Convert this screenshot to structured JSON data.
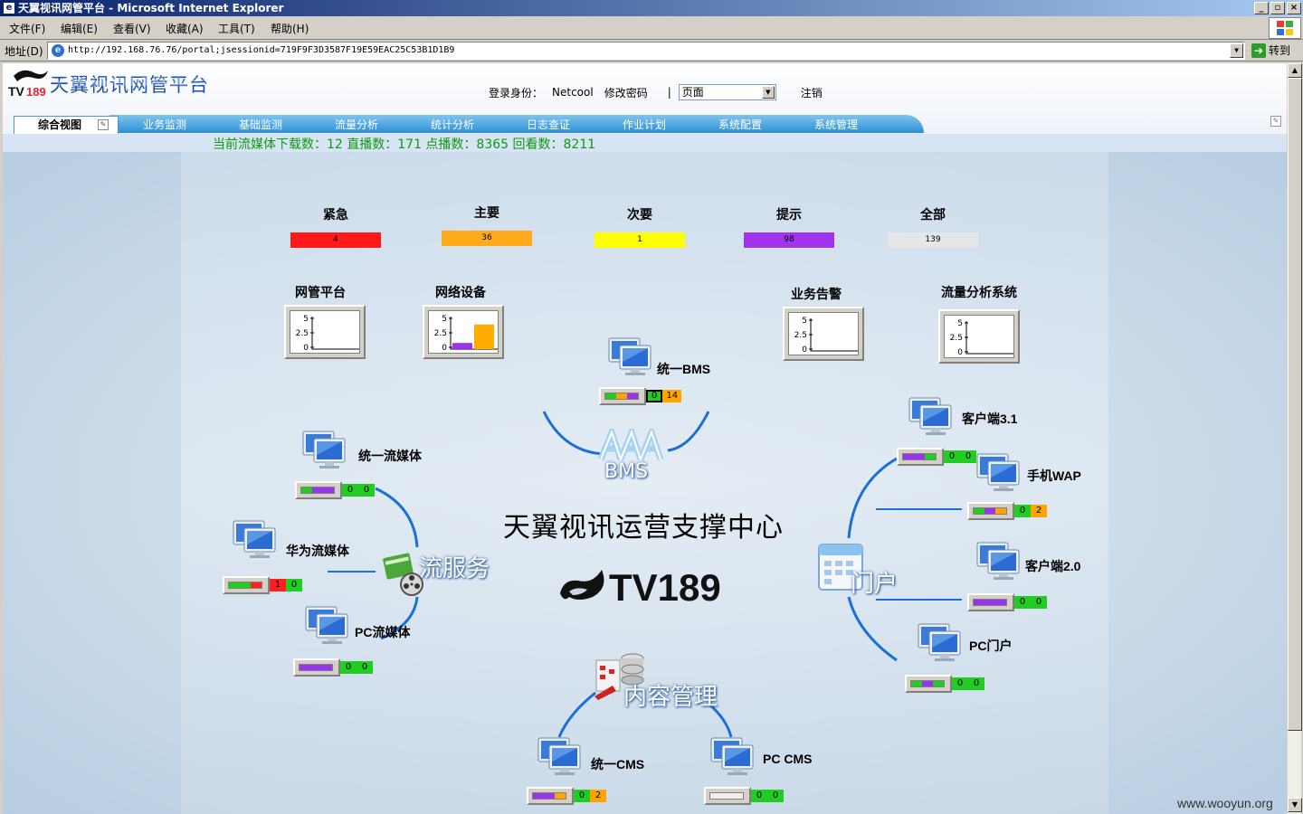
{
  "window": {
    "title": "天翼视讯网管平台 - Microsoft Internet Explorer",
    "buttons": [
      "_",
      "▫",
      "×"
    ]
  },
  "menu": [
    "文件(F)",
    "编辑(E)",
    "查看(V)",
    "收藏(A)",
    "工具(T)",
    "帮助(H)"
  ],
  "address": {
    "label": "地址(D)",
    "url": "http://192.168.76.76/portal;jsessionid=719F9F3D3587F19E59EAC25C53B1D1B9",
    "go_label": "转到"
  },
  "header": {
    "site_title": "天翼视讯网管平台",
    "login_label": "登录身份：",
    "user": "Netcool",
    "change_password": "修改密码",
    "separator": "|",
    "page_select": "页面",
    "logout": "注销"
  },
  "nav": {
    "active": "综合视图",
    "items": [
      "业务监测",
      "基础监测",
      "流量分析",
      "统计分析",
      "日志查证",
      "作业计划",
      "系统配置",
      "系统管理"
    ]
  },
  "stats_text": "当前流媒体下载数：12 直播数：171 点播数：8365 回看数：8211",
  "alarms": [
    {
      "label": "紧急",
      "value": "4",
      "color": "#ff1a1a"
    },
    {
      "label": "主要",
      "value": "36",
      "color": "#ffaa1a"
    },
    {
      "label": "次要",
      "value": "1",
      "color": "#ffff00"
    },
    {
      "label": "提示",
      "value": "98",
      "color": "#a033ee"
    },
    {
      "label": "全部",
      "value": "139",
      "color": "#e6e6e6"
    }
  ],
  "mini_charts": [
    {
      "title": "网管平台",
      "ticks": [
        "5",
        "2.5",
        "0"
      ],
      "purple": 0,
      "orange": 0
    },
    {
      "title": "网络设备",
      "ticks": [
        "5",
        "2.5",
        "0"
      ],
      "purple": 1,
      "orange": 4
    },
    {
      "title": "业务告警",
      "ticks": [
        "5",
        "2.5",
        "0"
      ],
      "purple": 0,
      "orange": 0
    },
    {
      "title": "流量分析系统",
      "ticks": [
        "5",
        "2.5",
        "0"
      ],
      "purple": 0,
      "orange": 0
    }
  ],
  "hubs": {
    "bms": "BMS",
    "stream": "流服务",
    "portal": "门户",
    "content": "内容管理",
    "center_title": "天翼视讯运营支撑中心",
    "center_logo": "TV189"
  },
  "nodes": [
    {
      "label": "统一BMS",
      "counts": [
        {
          "v": "0",
          "c": "outline"
        },
        {
          "v": "14",
          "c": "orange"
        }
      ]
    },
    {
      "label": "统一流媒体",
      "counts": [
        {
          "v": "0",
          "c": "green"
        },
        {
          "v": "0",
          "c": "green"
        }
      ]
    },
    {
      "label": "华为流媒体",
      "counts": [
        {
          "v": "1",
          "c": "red"
        },
        {
          "v": "0",
          "c": "green"
        }
      ]
    },
    {
      "label": "PC流媒体",
      "counts": [
        {
          "v": "0",
          "c": "green"
        },
        {
          "v": "0",
          "c": "green"
        }
      ]
    },
    {
      "label": "客户端3.1",
      "counts": [
        {
          "v": "0",
          "c": "green"
        },
        {
          "v": "0",
          "c": "green"
        }
      ]
    },
    {
      "label": "手机WAP",
      "counts": [
        {
          "v": "0",
          "c": "green"
        },
        {
          "v": "2",
          "c": "orange"
        }
      ]
    },
    {
      "label": "客户端2.0",
      "counts": [
        {
          "v": "0",
          "c": "green"
        },
        {
          "v": "0",
          "c": "green"
        }
      ]
    },
    {
      "label": "PC门户",
      "counts": [
        {
          "v": "0",
          "c": "green"
        },
        {
          "v": "0",
          "c": "green"
        }
      ]
    },
    {
      "label": "统一CMS",
      "counts": [
        {
          "v": "0",
          "c": "green"
        },
        {
          "v": "2",
          "c": "orange"
        }
      ]
    },
    {
      "label": "PC CMS",
      "counts": [
        {
          "v": "0",
          "c": "green"
        },
        {
          "v": "0",
          "c": "green"
        }
      ]
    }
  ],
  "watermark": "www.wooyun.org",
  "colors": {
    "accent": "#1d4fa8",
    "nav": "#2e8fd4",
    "stats": "#119911",
    "arc": "#1a6fd8"
  }
}
